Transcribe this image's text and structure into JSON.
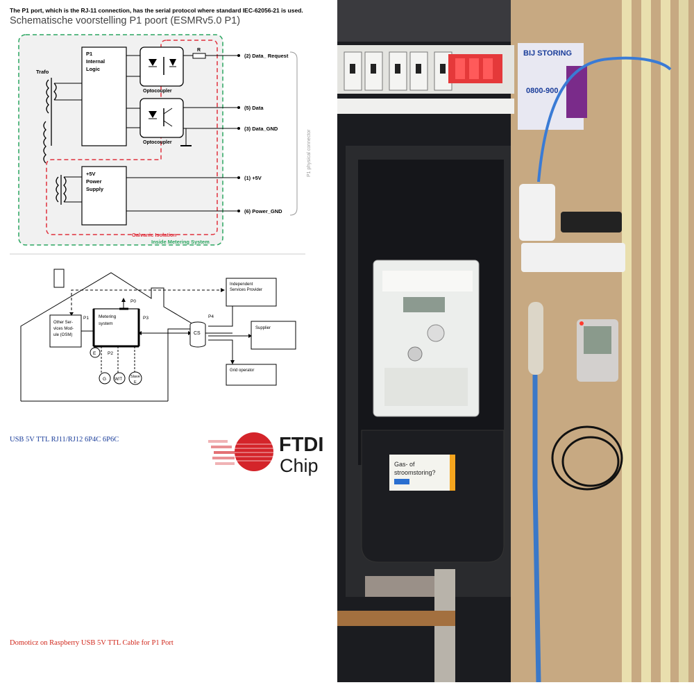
{
  "intro_text": "The P1 port, which is the RJ-11 connection, has the serial protocol where standard IEC-62056-21 is used.",
  "schematic": {
    "title": "Schematische voorstelling P1 poort (ESMRv5.0 P1)",
    "blocks": {
      "internal_logic": [
        "P1",
        "Internal",
        "Logic"
      ],
      "power_supply": [
        "+5V",
        "Power",
        "Supply"
      ],
      "trafo": "Trafo",
      "optocoupler": "Optocoupler",
      "resistor": "R"
    },
    "pins": [
      "(2) Data_ Request",
      "(5) Data",
      "(3) Data_GND",
      "(1) +5V",
      "(6) Power_GND"
    ],
    "connector_label": "P1 physical connector",
    "galvanic_label": "Galvanic Isolation",
    "inside_label": "Inside Metering System",
    "colors": {
      "galvanic": "#e0303c",
      "inside": "#2aa660"
    }
  },
  "house_diagram": {
    "metering_system": [
      "Metering",
      "system"
    ],
    "ports": {
      "p0": "P0",
      "p1": "P1",
      "p2": "P2",
      "p3": "P3",
      "p4": "P4"
    },
    "osm": [
      "Other Ser-",
      "vices Mod-",
      "ule (OSM)"
    ],
    "cs": "CS",
    "isp": [
      "Independent",
      "Services Provider"
    ],
    "supplier": "Supplier",
    "grid_operator": "Grid operator",
    "meters": {
      "e": "E",
      "g": "G",
      "wt": "W/T",
      "slave": [
        "Slave",
        "E"
      ]
    }
  },
  "cable": {
    "title": "USB 5V TTL RJ11/RJ12 6P4C 6P6C",
    "caption": "Domoticz on Raspberry USB 5V TTL Cable for P1 Port",
    "logo": {
      "line1": "FTDI",
      "line2": "Chip",
      "logo_icon": "ftdi-disc-icon"
    }
  },
  "photo": {
    "sign_text": "BIJ STORING",
    "sign_phone": "0800-900",
    "meter_sticker": [
      "Gas- of",
      "stroomstoring?"
    ]
  }
}
